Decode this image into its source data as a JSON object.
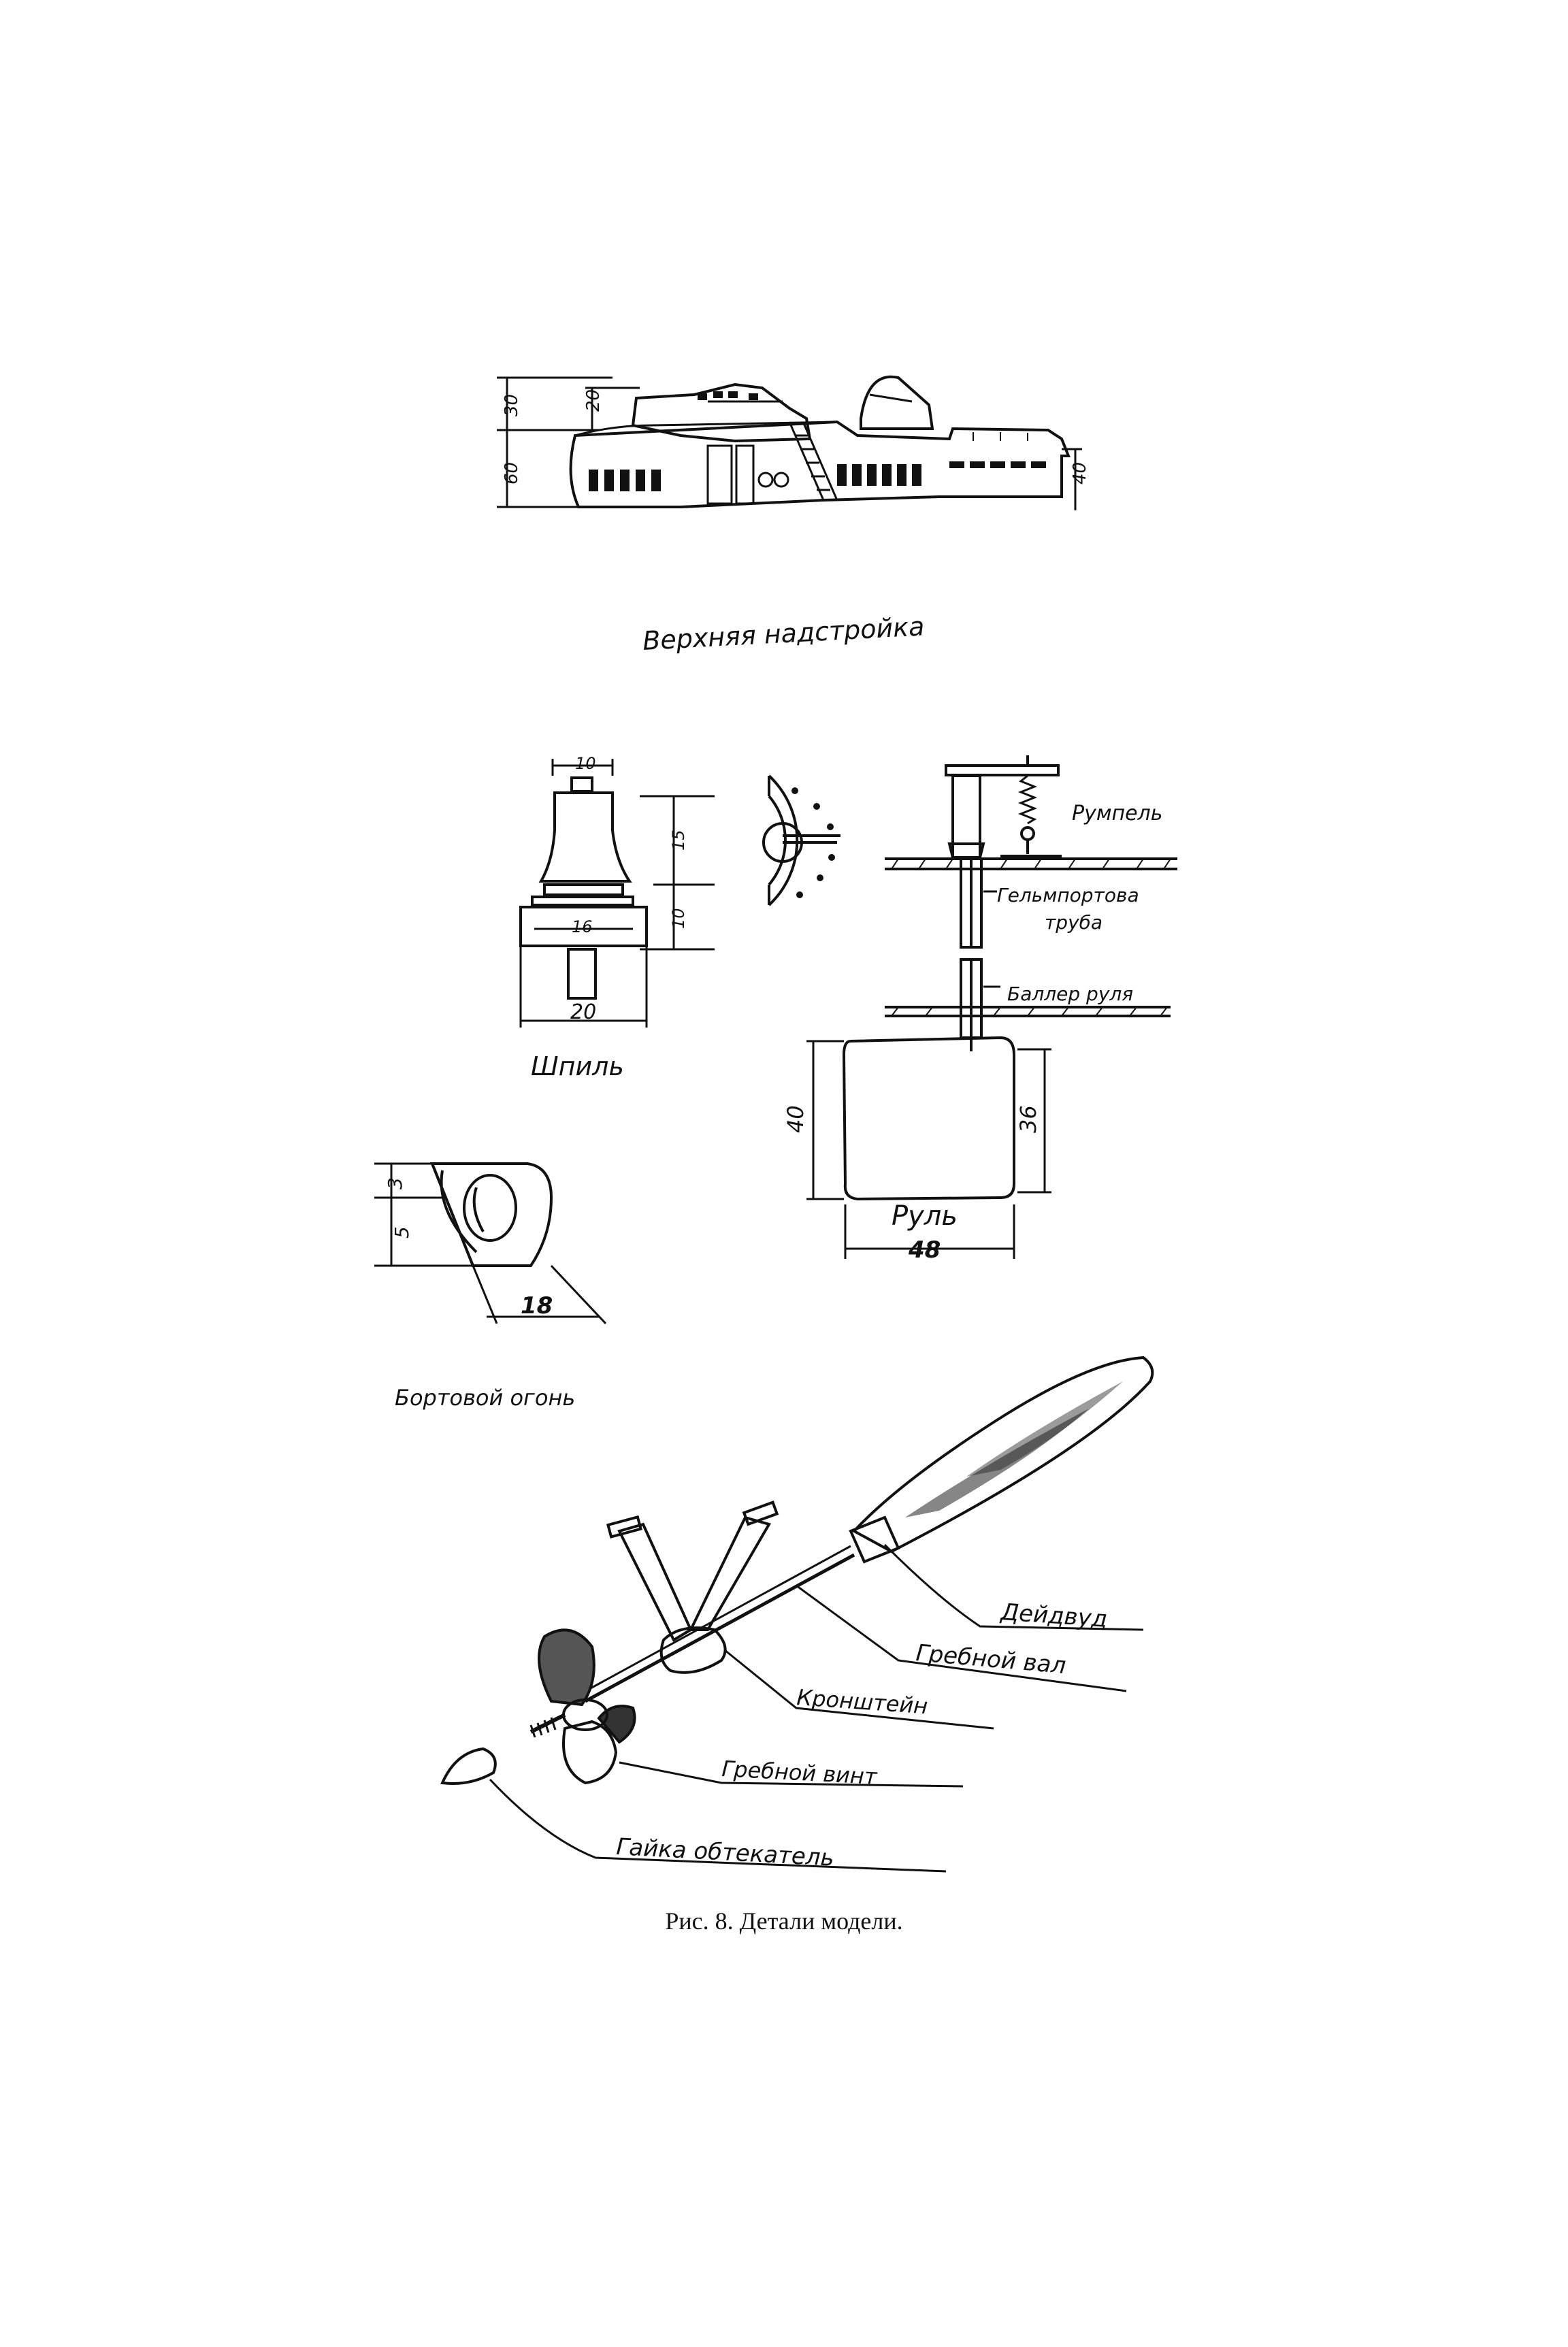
{
  "superstructure": {
    "title": "Верхняя надстройка",
    "dims": {
      "top": "20",
      "upper": "30",
      "total": "60",
      "stern": "40"
    }
  },
  "capstan": {
    "title": "Шпиль",
    "dims": {
      "top_width": "10",
      "mid_width": "16",
      "base_width": "20",
      "height_upper": "15",
      "height_lower": "10"
    }
  },
  "tiller": {
    "label": "Румпель",
    "tube_label_1": "Гельмпортова",
    "tube_label_2": "труба",
    "stock_label": "Баллер руля"
  },
  "rudder": {
    "title": "Руль",
    "dims": {
      "width": "48",
      "left_height": "40",
      "right_height": "36"
    }
  },
  "sidelight": {
    "title": "Бортовой огонь",
    "dims": {
      "upper": "3",
      "lower": "5",
      "length": "18"
    }
  },
  "propulsion": {
    "deadwood": "Дейдвуд",
    "shaft": "Гребной вал",
    "bracket": "Кронштейн",
    "propeller": "Гребной винт",
    "nut": "Гайка обтекатель"
  },
  "figure_caption": "Рис. 8. Детали модели."
}
